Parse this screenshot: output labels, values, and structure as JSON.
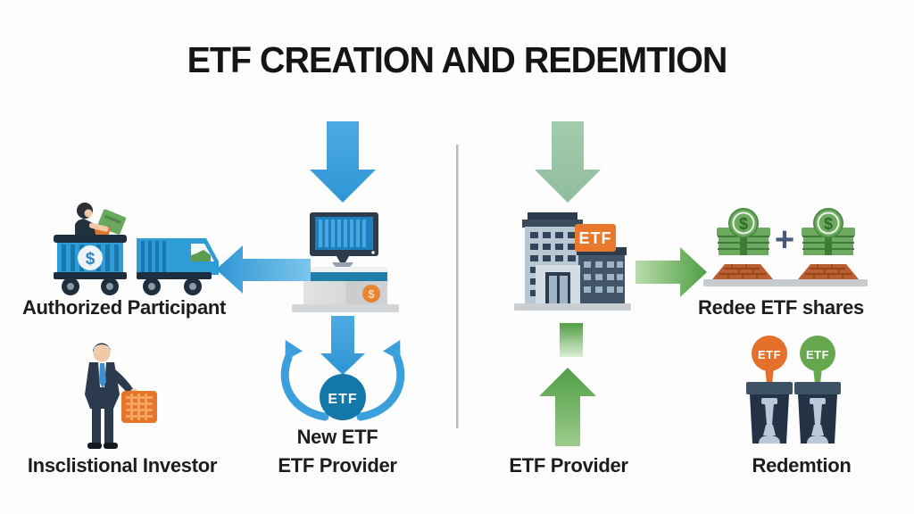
{
  "title": "ETF CREATION AND REDEMTION",
  "creation": {
    "authorized_participant_label": "Authorized Participant",
    "institutional_investor_label": "Insclistional Investor",
    "new_etf_label": "New ETF",
    "etf_provider_label": "ETF Provider",
    "etf_circle_text": "ETF",
    "cart_dollar": "$",
    "server_dollar": "$"
  },
  "redemption": {
    "etf_provider_label": "ETF Provider",
    "redeem_shares_label": "Redee ETF shares",
    "redemption_label": "Redemtion",
    "building_sign_text": "ETF",
    "money_dollar_left": "$",
    "money_dollar_right": "$",
    "plus_sign": "+",
    "stamp_orange_text": "ETF",
    "stamp_green_text": "ETF"
  },
  "colors": {
    "arrow_blue": "#3a9fdb",
    "etf_circle_teal": "#1478a8",
    "arrow_green_sage": "#9ac4a6",
    "arrow_green": "#57a449",
    "sign_orange": "#e8792c",
    "navy": "#2c3c4e",
    "money_green": "#6cab5f",
    "brick_orange": "#b65c30",
    "plus_steel_blue": "#46597a",
    "stamp_orange": "#e4702b",
    "stamp_green": "#67a84e"
  }
}
